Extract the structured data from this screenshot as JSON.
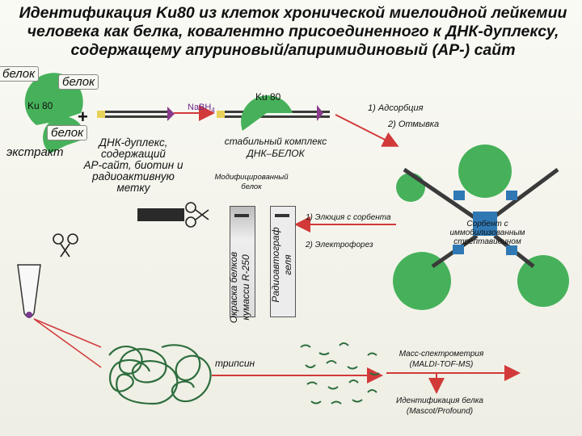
{
  "title": {
    "line1": "Идентификация Ku80 из клеток хронической миелоидной лейкемии",
    "line2": "человека как белка, ковалентно присоединенного к ДНК-дуплексу,",
    "line3": "содержащему апуриновый/апиримидиновый (АР-) сайт"
  },
  "labels": {
    "protein_tag_1": "белок",
    "protein_tag_2": "белок",
    "protein_tag_3": "белок",
    "ku80_left": "Ku 80",
    "ku80_top": "Ku 80",
    "plus": "+",
    "extract": "экстракт",
    "dna_duplex_1": "ДНК-дуплекс,",
    "dna_duplex_2": "содержащий",
    "dna_duplex_3": "АР-сайт, биотин и",
    "dna_duplex_4": "радиоактивную",
    "dna_duplex_5": "метку",
    "nabh4": "NaBH",
    "nabh4_sub": "4",
    "adsorption": "1) Адсорбция",
    "wash": "2) Отмывка",
    "stable_complex_1": "стабильный комплекс",
    "stable_complex_2": "ДНК–БЕЛОК",
    "modified_1": "Модифицированный",
    "modified_2": "белок",
    "elution": "1) Элюция с сорбента",
    "electrophoresis": "2) Электрофорез",
    "sorbent_1": "Сорбент с",
    "sorbent_2": "иммобилизованным",
    "sorbent_3": "стрептавидином",
    "stain_1": "Окраска белков",
    "stain_2": "кумасси R-250",
    "radio_1": "Радиоавтограф",
    "radio_2": "геля",
    "trypsin": "трипсин",
    "mass_1": "Масс-спектрометрия",
    "mass_2": "(MALDI-TOF-MS)",
    "ident_1": "Идентификация белка",
    "ident_2": "(Mascot/Profound)"
  },
  "colors": {
    "protein": "#46b15a",
    "dna": "#3a3a3a",
    "biotin": "#e8d25a",
    "ap_site": "#8a3a8c",
    "streptavidin": "#2f78b4",
    "arrow_red": "#d23a3a"
  }
}
